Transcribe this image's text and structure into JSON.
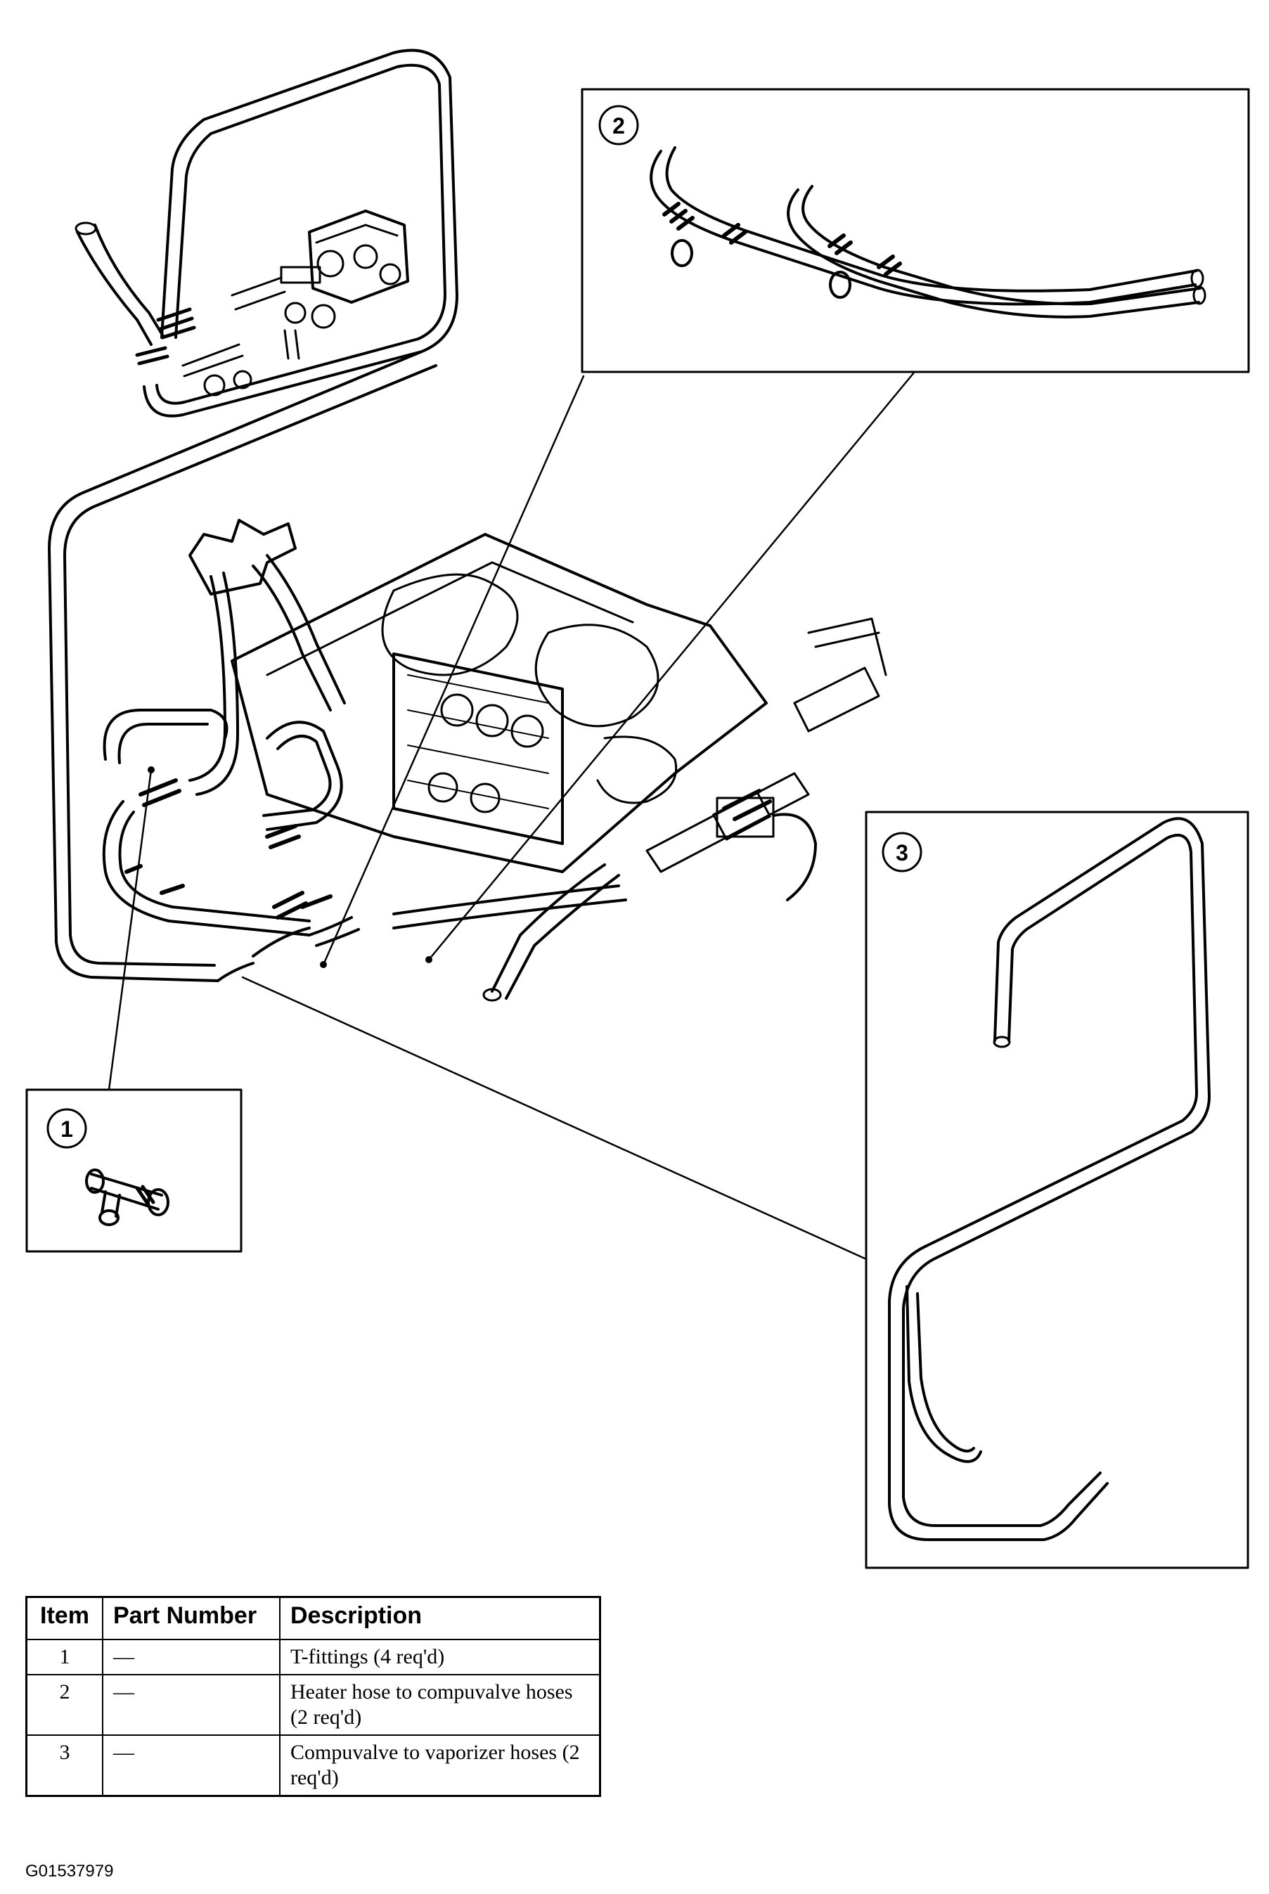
{
  "callouts": [
    "1",
    "2",
    "3"
  ],
  "table": {
    "headers": [
      "Item",
      "Part Number",
      "Description"
    ],
    "rows": [
      {
        "item": "1",
        "part_number": "—",
        "description": "T-fittings (4 req'd)"
      },
      {
        "item": "2",
        "part_number": "—",
        "description": "Heater hose to compuvalve hoses (2 req'd)"
      },
      {
        "item": "3",
        "part_number": "—",
        "description": "Compuvalve to vaporizer hoses (2 req'd)"
      }
    ]
  },
  "figure_id": "G01537979"
}
